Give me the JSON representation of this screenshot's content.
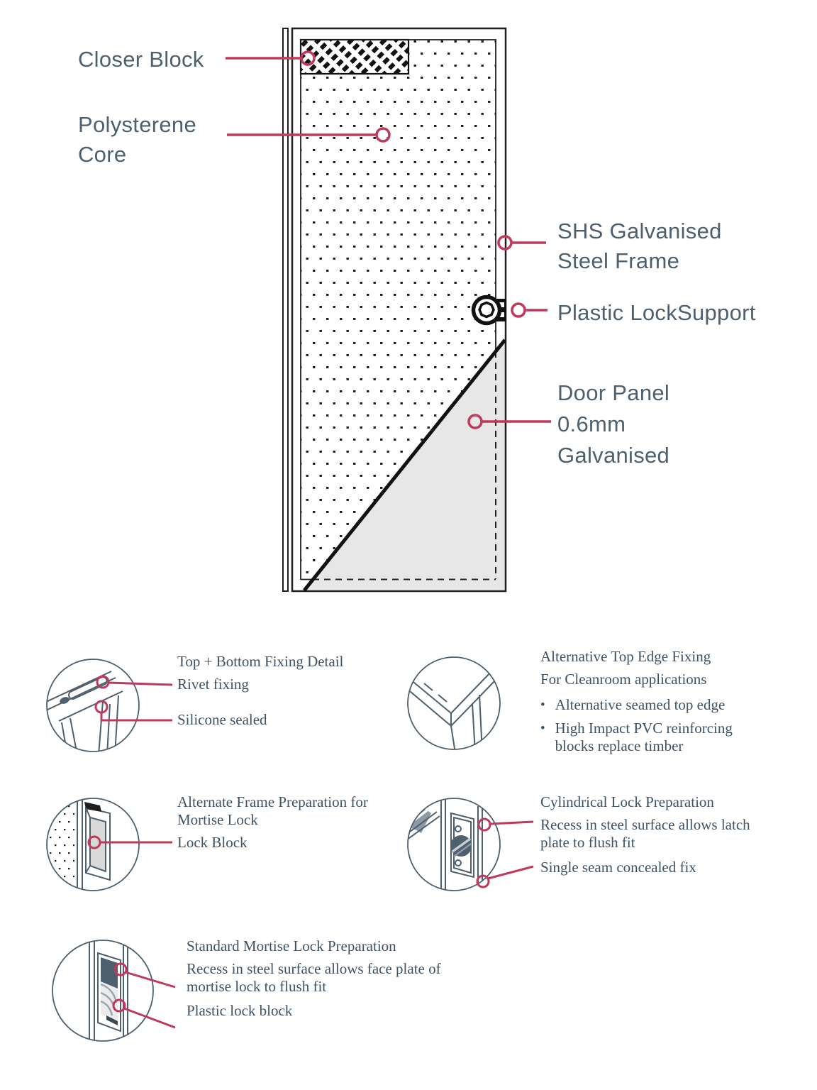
{
  "colors": {
    "accent": "#c0385c",
    "label_text": "#4e5f6e",
    "serif_text": "#3f5263",
    "line": "#1f1f1f",
    "panel_fill": "#e7e7e7",
    "recess_fill": "#d9d9d9"
  },
  "glyphs": {
    "bullet": "•"
  },
  "main_diagram": {
    "labels": {
      "closer_block": "Closer Block",
      "polysterene_core": {
        "l1": "Polysterene",
        "l2": "Core"
      },
      "shs_frame": {
        "l1": "SHS Galvanised",
        "l2": "Steel Frame"
      },
      "plastic_lock_support": "Plastic LockSupport",
      "door_panel": {
        "l1": "Door Panel",
        "l2": "0.6mm",
        "l3": "Galvanised"
      }
    }
  },
  "details": {
    "fixing_detail": {
      "title": "Top + Bottom Fixing Detail",
      "callout_rivet": "Rivet fixing",
      "callout_silicone": "Silicone sealed"
    },
    "top_edge": {
      "title": "Alternative Top Edge Fixing",
      "subtitle": "For Cleanroom applications",
      "bullet_1": "Alternative seamed top edge",
      "bullet_2": "High Impact PVC reinforcing blocks replace timber"
    },
    "mortise_frame": {
      "title_l1": "Alternate Frame Preparation for",
      "title_l2": "Mortise Lock",
      "callout_lock_block": "Lock Block"
    },
    "cylindrical_lock": {
      "title": "Cylindrical Lock Preparation",
      "callout_recess": "Recess in steel surface allows latch plate to flush fit",
      "callout_seam": "Single seam concealed fix"
    },
    "standard_mortise": {
      "title": "Standard Mortise Lock Preparation",
      "callout_recess": "Recess in steel surface allows face plate of mortise lock to flush fit",
      "callout_plastic": "Plastic lock block"
    }
  }
}
